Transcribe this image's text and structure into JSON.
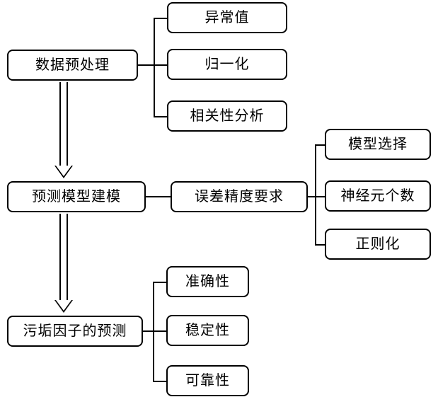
{
  "diagram": {
    "title": "",
    "stages": [
      {
        "id": "preprocess",
        "label": "数据预处理"
      },
      {
        "id": "model",
        "label": "预测模型建模"
      },
      {
        "id": "predict",
        "label": "污垢因子的预测"
      }
    ],
    "branch_groups": [
      {
        "parent": "preprocess",
        "items": [
          {
            "label": "异常值"
          },
          {
            "label": "归一化"
          },
          {
            "label": "相关性分析"
          }
        ]
      },
      {
        "parent": "model",
        "items": [
          {
            "label": "误差精度要求"
          }
        ]
      },
      {
        "parent": "误差精度要求",
        "items": [
          {
            "label": "模型选择"
          },
          {
            "label": "神经元个数"
          },
          {
            "label": "正则化"
          }
        ]
      },
      {
        "parent": "predict",
        "items": [
          {
            "label": "准确性"
          },
          {
            "label": "稳定性"
          },
          {
            "label": "可靠性"
          }
        ]
      }
    ],
    "colors": {
      "stroke": "#000000",
      "fill": "#ffffff",
      "text": "#000000"
    }
  }
}
